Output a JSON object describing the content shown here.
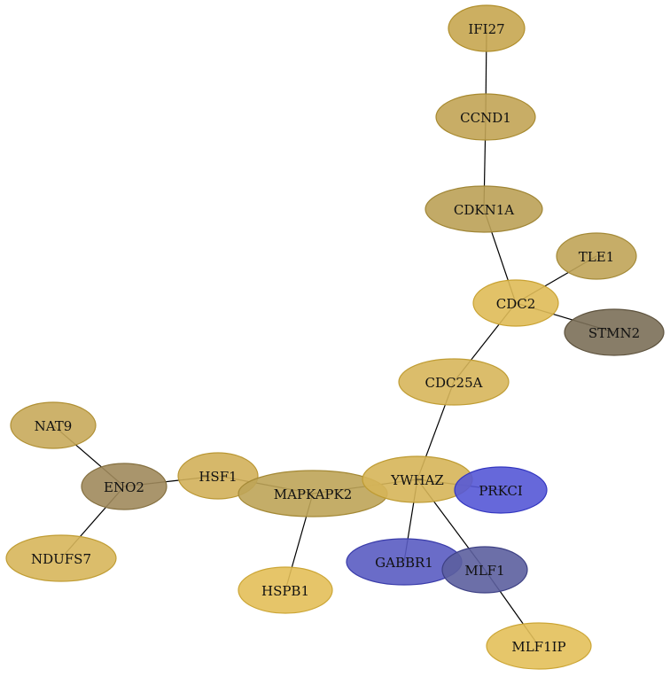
{
  "graph": {
    "nodes": [
      {
        "id": "IFI27",
        "label": "IFI27",
        "fill": "#c6a650",
        "stroke": "#b08e2a"
      },
      {
        "id": "CCND1",
        "label": "CCND1",
        "fill": "#c2a455",
        "stroke": "#a88a30"
      },
      {
        "id": "CDKN1A",
        "label": "CDKN1A",
        "fill": "#bba156",
        "stroke": "#a08636"
      },
      {
        "id": "TLE1",
        "label": "TLE1",
        "fill": "#c0a458",
        "stroke": "#a48a38"
      },
      {
        "id": "CDC2",
        "label": "CDC2",
        "fill": "#dfbb58",
        "stroke": "#c9a232"
      },
      {
        "id": "STMN2",
        "label": "STMN2",
        "fill": "#7b6f58",
        "stroke": "#5e533e"
      },
      {
        "id": "CDC25A",
        "label": "CDC25A",
        "fill": "#d7b65b",
        "stroke": "#c09d34"
      },
      {
        "id": "NAT9",
        "label": "NAT9",
        "fill": "#c8aa5b",
        "stroke": "#b09034"
      },
      {
        "id": "ENO2",
        "label": "ENO2",
        "fill": "#a08a5c",
        "stroke": "#857040"
      },
      {
        "id": "HSF1",
        "label": "HSF1",
        "fill": "#d2b05a",
        "stroke": "#ba9734"
      },
      {
        "id": "MAPKAPK2",
        "label": "MAPKAPK2",
        "fill": "#bea458",
        "stroke": "#a48936"
      },
      {
        "id": "YWHAZ",
        "label": "YWHAZ",
        "fill": "#d6b559",
        "stroke": "#be9b32"
      },
      {
        "id": "PRKCI",
        "label": "PRKCI",
        "fill": "#5558d6",
        "stroke": "#3336c0"
      },
      {
        "id": "NDUFS7",
        "label": "NDUFS7",
        "fill": "#d7b65b",
        "stroke": "#c09d34"
      },
      {
        "id": "HSPB1",
        "label": "HSPB1",
        "fill": "#e3bf59",
        "stroke": "#cca636"
      },
      {
        "id": "GABBR1",
        "label": "GABBR1",
        "fill": "#5a5cc2",
        "stroke": "#3a3caa"
      },
      {
        "id": "MLF1",
        "label": "MLF1",
        "fill": "#5c5f9e",
        "stroke": "#3d4084"
      },
      {
        "id": "MLF1IP",
        "label": "MLF1IP",
        "fill": "#e3c05a",
        "stroke": "#cca636"
      }
    ],
    "edges": [
      [
        "IFI27",
        "CCND1"
      ],
      [
        "CCND1",
        "CDKN1A"
      ],
      [
        "CDKN1A",
        "CDC2"
      ],
      [
        "CDC2",
        "TLE1"
      ],
      [
        "CDC2",
        "STMN2"
      ],
      [
        "CDC2",
        "CDC25A"
      ],
      [
        "CDC25A",
        "YWHAZ"
      ],
      [
        "NAT9",
        "ENO2"
      ],
      [
        "ENO2",
        "NDUFS7"
      ],
      [
        "ENO2",
        "HSF1"
      ],
      [
        "HSF1",
        "MAPKAPK2"
      ],
      [
        "MAPKAPK2",
        "YWHAZ"
      ],
      [
        "MAPKAPK2",
        "HSPB1"
      ],
      [
        "YWHAZ",
        "PRKCI"
      ],
      [
        "YWHAZ",
        "GABBR1"
      ],
      [
        "YWHAZ",
        "MLF1"
      ],
      [
        "MLF1",
        "MLF1IP"
      ]
    ]
  }
}
